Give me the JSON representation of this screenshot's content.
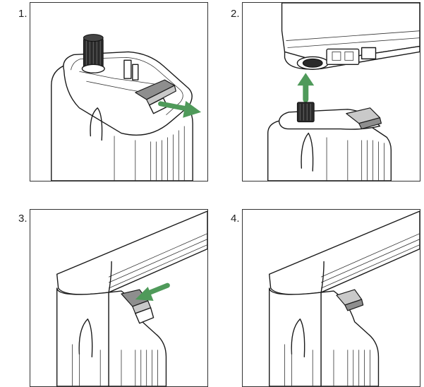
{
  "steps": [
    {
      "label": "1."
    },
    {
      "label": "2."
    },
    {
      "label": "3."
    },
    {
      "label": "4."
    }
  ],
  "colors": {
    "arrow": "#4f9a5a",
    "outline": "#1a1a1a",
    "clip": "#8e8e8e",
    "frame": "#333333"
  },
  "icons": [
    "arrow-icon"
  ]
}
